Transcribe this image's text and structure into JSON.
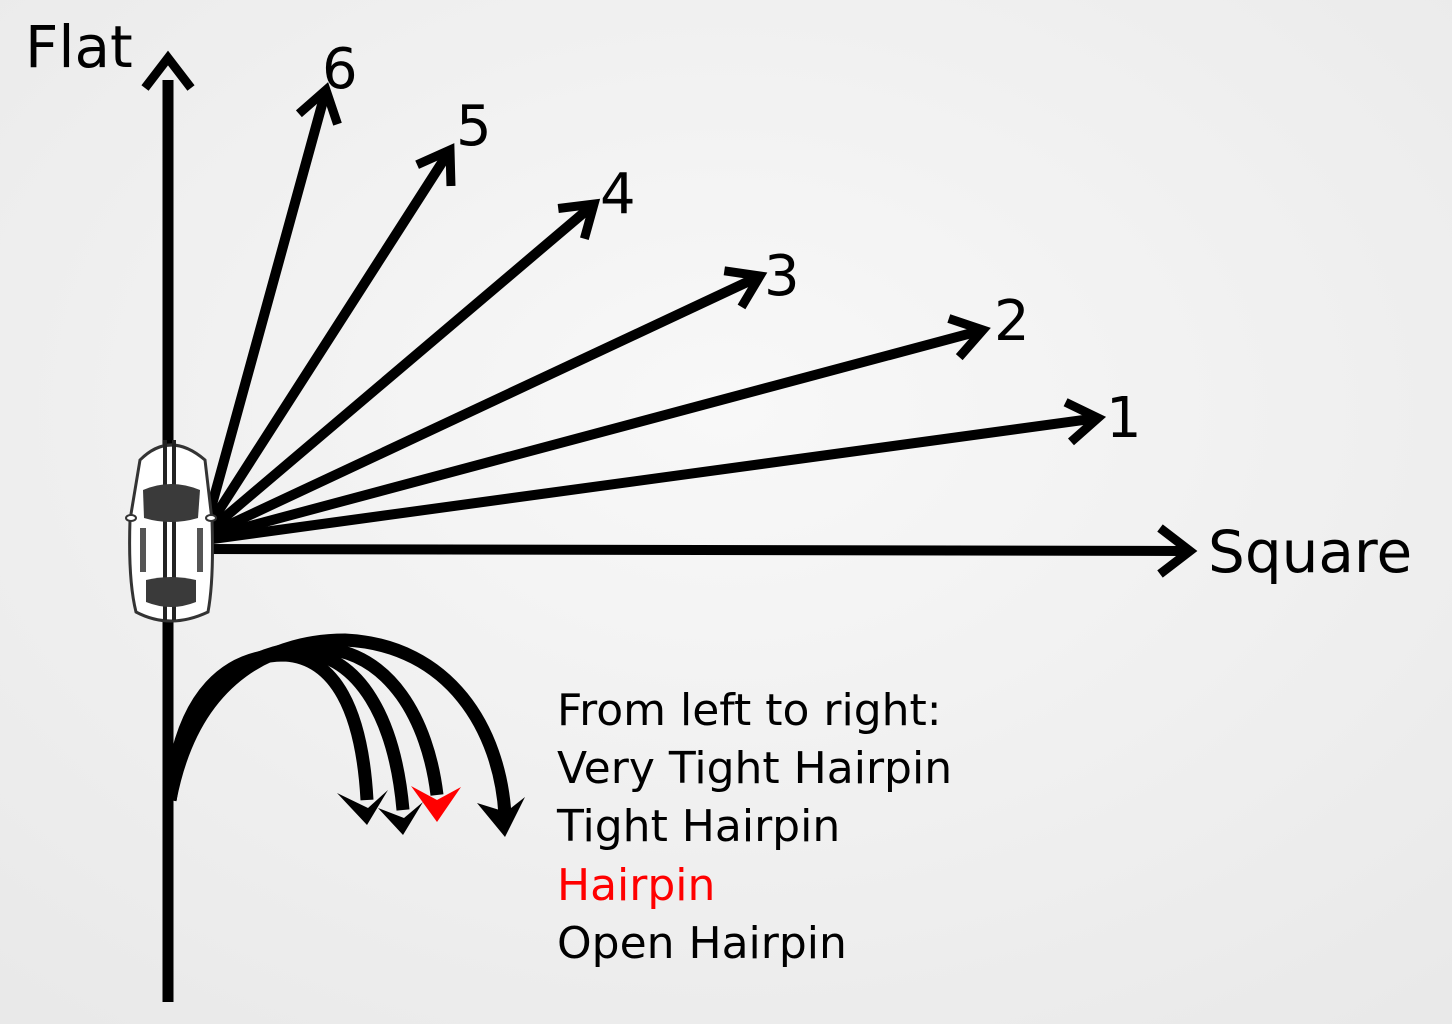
{
  "axes": {
    "vertical_label": "Flat",
    "horizontal_label": "Square"
  },
  "corner_grades": [
    "1",
    "2",
    "3",
    "4",
    "5",
    "6"
  ],
  "legend": {
    "heading": "From left to right:",
    "items": [
      {
        "label": "Very Tight Hairpin",
        "color": "#000000"
      },
      {
        "label": "Tight Hairpin",
        "color": "#000000"
      },
      {
        "label": "Hairpin",
        "color": "#ff0000"
      },
      {
        "label": "Open Hairpin",
        "color": "#000000"
      }
    ]
  },
  "colors": {
    "line": "#000000",
    "highlight": "#ff0000",
    "background": "#f2f2f2"
  }
}
